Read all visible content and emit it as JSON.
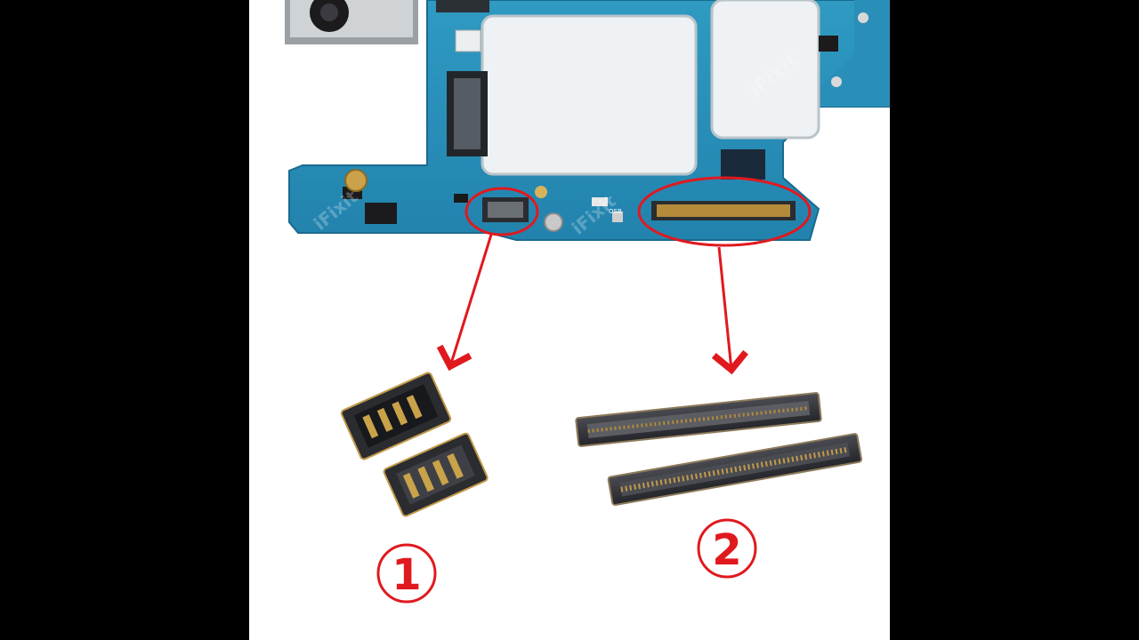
{
  "image": {
    "subject": "smartphone-mainboard-connectors",
    "watermark": "iFixit",
    "silkscreen_label": "OSB"
  },
  "callouts": [
    {
      "label": "1",
      "color": "#e0191e"
    },
    {
      "label": "2",
      "color": "#e0191e"
    }
  ],
  "colors": {
    "pcb": "#2a8fb8",
    "pcb_dark": "#1f6f93",
    "shield": "#f4f6f7",
    "annotation": "#e0191e",
    "connector_body": "#3c3d42",
    "connector_pins": "#b08a3c"
  }
}
